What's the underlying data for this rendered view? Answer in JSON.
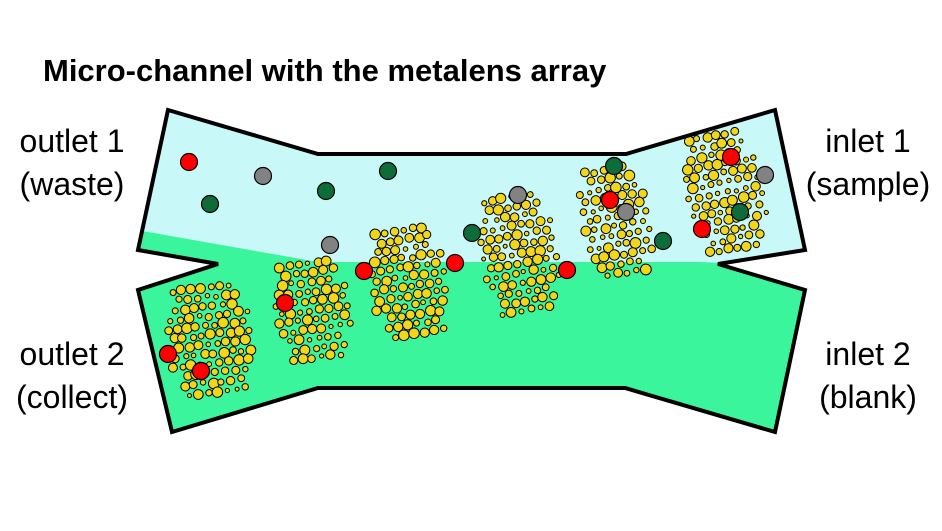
{
  "title": "Micro-channel with the metalens array",
  "ports": {
    "outlet1": {
      "line1": "outlet 1",
      "line2": "(waste)"
    },
    "outlet2": {
      "line1": "outlet 2",
      "line2": "(collect)"
    },
    "inlet1": {
      "line1": "inlet 1",
      "line2": "(sample)"
    },
    "inlet2": {
      "line1": "inlet 2",
      "line2": "(blank)"
    }
  },
  "colors": {
    "sample_fluid": "#c8f8f8",
    "blank_fluid": "#3af59c",
    "lens": "#f2d61a",
    "particle_red": "#ff0000",
    "particle_green": "#0e6b3a",
    "particle_gray": "#828282",
    "outline": "#000000"
  },
  "metalens_array_count": 6,
  "particle_types": [
    "red-particle",
    "green-particle",
    "gray-particle"
  ]
}
